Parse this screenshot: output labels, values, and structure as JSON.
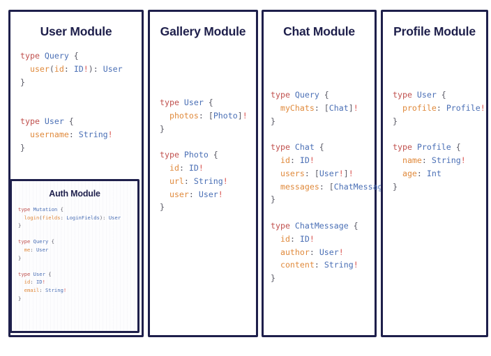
{
  "board": {
    "background": "#ffffff",
    "border_color": "#1e1f4b",
    "title_color": "#1e1f4b"
  },
  "token_colors": {
    "keyword": "#c0504d",
    "type": "#4a6fb5",
    "field": "#e08a3c",
    "punctuation": "#5a5a66",
    "bang": "#d9534f"
  },
  "cards": {
    "user": {
      "title": "User Module",
      "code_lines": [
        [
          {
            "t": "type ",
            "c": "kw"
          },
          {
            "t": "Query",
            "c": "type"
          },
          {
            "t": " {",
            "c": "pun"
          }
        ],
        [
          {
            "t": "  ",
            "c": "pun"
          },
          {
            "t": "user",
            "c": "fld"
          },
          {
            "t": "(",
            "c": "pun"
          },
          {
            "t": "id",
            "c": "fld"
          },
          {
            "t": ": ",
            "c": "pun"
          },
          {
            "t": "ID",
            "c": "type"
          },
          {
            "t": "!",
            "c": "bang"
          },
          {
            "t": "): ",
            "c": "pun"
          },
          {
            "t": "User",
            "c": "type"
          }
        ],
        [
          {
            "t": "}",
            "c": "pun"
          }
        ],
        [],
        [],
        [
          {
            "t": "type ",
            "c": "kw"
          },
          {
            "t": "User",
            "c": "type"
          },
          {
            "t": " {",
            "c": "pun"
          }
        ],
        [
          {
            "t": "  ",
            "c": "pun"
          },
          {
            "t": "username",
            "c": "fld"
          },
          {
            "t": ": ",
            "c": "pun"
          },
          {
            "t": "String",
            "c": "type"
          },
          {
            "t": "!",
            "c": "bang"
          }
        ],
        [
          {
            "t": "}",
            "c": "pun"
          }
        ]
      ]
    },
    "auth": {
      "title": "Auth Module",
      "code_lines": [
        [
          {
            "t": "type ",
            "c": "kw"
          },
          {
            "t": "Mutation",
            "c": "type"
          },
          {
            "t": " {",
            "c": "pun"
          }
        ],
        [
          {
            "t": "  ",
            "c": "pun"
          },
          {
            "t": "login",
            "c": "fld"
          },
          {
            "t": "(",
            "c": "pun"
          },
          {
            "t": "fields",
            "c": "fld"
          },
          {
            "t": ": ",
            "c": "pun"
          },
          {
            "t": "LoginFields",
            "c": "type"
          },
          {
            "t": "): ",
            "c": "pun"
          },
          {
            "t": "User",
            "c": "type"
          }
        ],
        [
          {
            "t": "}",
            "c": "pun"
          }
        ],
        [],
        [
          {
            "t": "type ",
            "c": "kw"
          },
          {
            "t": "Query",
            "c": "type"
          },
          {
            "t": " {",
            "c": "pun"
          }
        ],
        [
          {
            "t": "  ",
            "c": "pun"
          },
          {
            "t": "me",
            "c": "fld"
          },
          {
            "t": ": ",
            "c": "pun"
          },
          {
            "t": "User",
            "c": "type"
          }
        ],
        [
          {
            "t": "}",
            "c": "pun"
          }
        ],
        [],
        [
          {
            "t": "type ",
            "c": "kw"
          },
          {
            "t": "User",
            "c": "type"
          },
          {
            "t": " {",
            "c": "pun"
          }
        ],
        [
          {
            "t": "  ",
            "c": "pun"
          },
          {
            "t": "id",
            "c": "fld"
          },
          {
            "t": ": ",
            "c": "pun"
          },
          {
            "t": "ID",
            "c": "type"
          },
          {
            "t": "!",
            "c": "bang"
          }
        ],
        [
          {
            "t": "  ",
            "c": "pun"
          },
          {
            "t": "email",
            "c": "fld"
          },
          {
            "t": ": ",
            "c": "pun"
          },
          {
            "t": "String",
            "c": "type"
          },
          {
            "t": "!",
            "c": "bang"
          }
        ],
        [
          {
            "t": "}",
            "c": "pun"
          }
        ]
      ]
    },
    "gallery": {
      "title": "Gallery Module",
      "code_lines": [
        [
          {
            "t": "type ",
            "c": "kw"
          },
          {
            "t": "User",
            "c": "type"
          },
          {
            "t": " {",
            "c": "pun"
          }
        ],
        [
          {
            "t": "  ",
            "c": "pun"
          },
          {
            "t": "photos",
            "c": "fld"
          },
          {
            "t": ": [",
            "c": "pun"
          },
          {
            "t": "Photo",
            "c": "type"
          },
          {
            "t": "]",
            "c": "pun"
          },
          {
            "t": "!",
            "c": "bang"
          }
        ],
        [
          {
            "t": "}",
            "c": "pun"
          }
        ],
        [],
        [
          {
            "t": "type ",
            "c": "kw"
          },
          {
            "t": "Photo",
            "c": "type"
          },
          {
            "t": " {",
            "c": "pun"
          }
        ],
        [
          {
            "t": "  ",
            "c": "pun"
          },
          {
            "t": "id",
            "c": "fld"
          },
          {
            "t": ": ",
            "c": "pun"
          },
          {
            "t": "ID",
            "c": "type"
          },
          {
            "t": "!",
            "c": "bang"
          }
        ],
        [
          {
            "t": "  ",
            "c": "pun"
          },
          {
            "t": "url",
            "c": "fld"
          },
          {
            "t": ": ",
            "c": "pun"
          },
          {
            "t": "String",
            "c": "type"
          },
          {
            "t": "!",
            "c": "bang"
          }
        ],
        [
          {
            "t": "  ",
            "c": "pun"
          },
          {
            "t": "user",
            "c": "fld"
          },
          {
            "t": ": ",
            "c": "pun"
          },
          {
            "t": "User",
            "c": "type"
          },
          {
            "t": "!",
            "c": "bang"
          }
        ],
        [
          {
            "t": "}",
            "c": "pun"
          }
        ]
      ]
    },
    "chat": {
      "title": "Chat Module",
      "code_lines": [
        [
          {
            "t": "type ",
            "c": "kw"
          },
          {
            "t": "Query",
            "c": "type"
          },
          {
            "t": " {",
            "c": "pun"
          }
        ],
        [
          {
            "t": "  ",
            "c": "pun"
          },
          {
            "t": "myChats",
            "c": "fld"
          },
          {
            "t": ": [",
            "c": "pun"
          },
          {
            "t": "Chat",
            "c": "type"
          },
          {
            "t": "]",
            "c": "pun"
          },
          {
            "t": "!",
            "c": "bang"
          }
        ],
        [
          {
            "t": "}",
            "c": "pun"
          }
        ],
        [],
        [
          {
            "t": "type ",
            "c": "kw"
          },
          {
            "t": "Chat",
            "c": "type"
          },
          {
            "t": " {",
            "c": "pun"
          }
        ],
        [
          {
            "t": "  ",
            "c": "pun"
          },
          {
            "t": "id",
            "c": "fld"
          },
          {
            "t": ": ",
            "c": "pun"
          },
          {
            "t": "ID",
            "c": "type"
          },
          {
            "t": "!",
            "c": "bang"
          }
        ],
        [
          {
            "t": "  ",
            "c": "pun"
          },
          {
            "t": "users",
            "c": "fld"
          },
          {
            "t": ": [",
            "c": "pun"
          },
          {
            "t": "User",
            "c": "type"
          },
          {
            "t": "!",
            "c": "bang"
          },
          {
            "t": "]",
            "c": "pun"
          },
          {
            "t": "!",
            "c": "bang"
          }
        ],
        [
          {
            "t": "  ",
            "c": "pun"
          },
          {
            "t": "messages",
            "c": "fld"
          },
          {
            "t": ": [",
            "c": "pun"
          },
          {
            "t": "ChatMessage",
            "c": "type"
          },
          {
            "t": "]",
            "c": "pun"
          },
          {
            "t": "!",
            "c": "bang"
          }
        ],
        [
          {
            "t": "}",
            "c": "pun"
          }
        ],
        [],
        [
          {
            "t": "type ",
            "c": "kw"
          },
          {
            "t": "ChatMessage",
            "c": "type"
          },
          {
            "t": " {",
            "c": "pun"
          }
        ],
        [
          {
            "t": "  ",
            "c": "pun"
          },
          {
            "t": "id",
            "c": "fld"
          },
          {
            "t": ": ",
            "c": "pun"
          },
          {
            "t": "ID",
            "c": "type"
          },
          {
            "t": "!",
            "c": "bang"
          }
        ],
        [
          {
            "t": "  ",
            "c": "pun"
          },
          {
            "t": "author",
            "c": "fld"
          },
          {
            "t": ": ",
            "c": "pun"
          },
          {
            "t": "User",
            "c": "type"
          },
          {
            "t": "!",
            "c": "bang"
          }
        ],
        [
          {
            "t": "  ",
            "c": "pun"
          },
          {
            "t": "content",
            "c": "fld"
          },
          {
            "t": ": ",
            "c": "pun"
          },
          {
            "t": "String",
            "c": "type"
          },
          {
            "t": "!",
            "c": "bang"
          }
        ],
        [
          {
            "t": "}",
            "c": "pun"
          }
        ]
      ]
    },
    "profile": {
      "title": "Profile Module",
      "code_lines": [
        [
          {
            "t": "type ",
            "c": "kw"
          },
          {
            "t": "User",
            "c": "type"
          },
          {
            "t": " {",
            "c": "pun"
          }
        ],
        [
          {
            "t": "  ",
            "c": "pun"
          },
          {
            "t": "profile",
            "c": "fld"
          },
          {
            "t": ": ",
            "c": "pun"
          },
          {
            "t": "Profile",
            "c": "type"
          },
          {
            "t": "!",
            "c": "bang"
          }
        ],
        [
          {
            "t": "}",
            "c": "pun"
          }
        ],
        [],
        [
          {
            "t": "type ",
            "c": "kw"
          },
          {
            "t": "Profile",
            "c": "type"
          },
          {
            "t": " {",
            "c": "pun"
          }
        ],
        [
          {
            "t": "  ",
            "c": "pun"
          },
          {
            "t": "name",
            "c": "fld"
          },
          {
            "t": ": ",
            "c": "pun"
          },
          {
            "t": "String",
            "c": "type"
          },
          {
            "t": "!",
            "c": "bang"
          }
        ],
        [
          {
            "t": "  ",
            "c": "pun"
          },
          {
            "t": "age",
            "c": "fld"
          },
          {
            "t": ": ",
            "c": "pun"
          },
          {
            "t": "Int",
            "c": "type"
          }
        ],
        [
          {
            "t": "}",
            "c": "pun"
          }
        ]
      ]
    }
  }
}
